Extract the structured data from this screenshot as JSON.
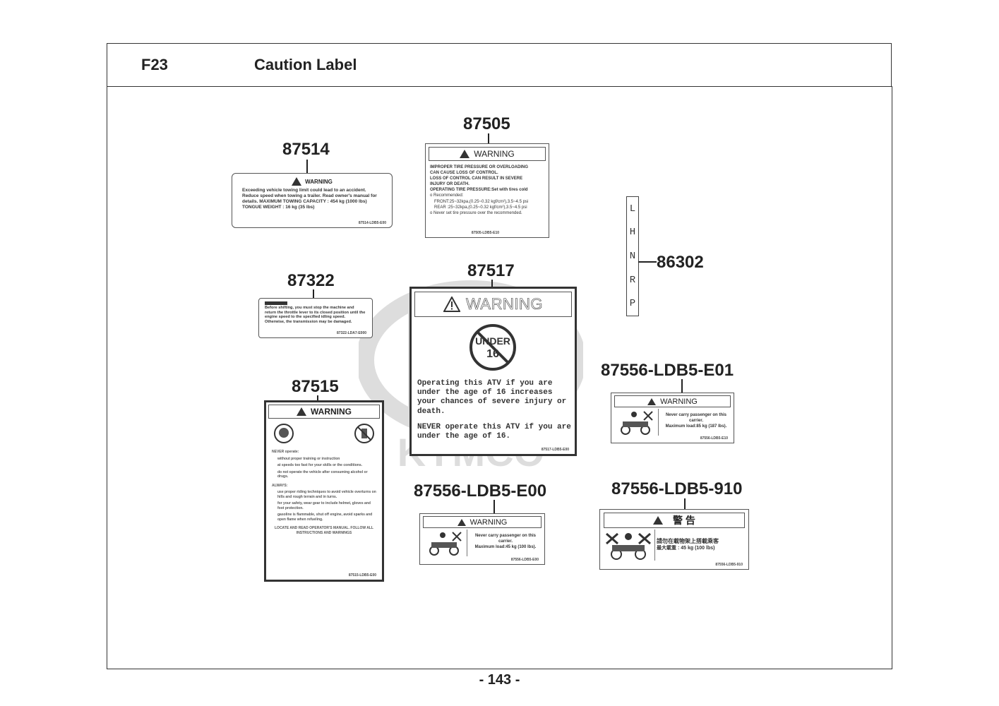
{
  "header": {
    "code": "F23",
    "title": "Caution Label"
  },
  "parts": {
    "p87514": "87514",
    "p87505": "87505",
    "p87322": "87322",
    "p87517": "87517",
    "p86302": "86302",
    "p87515": "87515",
    "p_e01": "87556-LDB5-E01",
    "p_e00": "87556-LDB5-E00",
    "p_910": "87556-LDB5-910"
  },
  "labels": {
    "warning": "WARNING",
    "l87514": {
      "body": "Exceeding vehicle towing limit could lead to an accident. Reduce speed when towing a trailer. Read owner's manual for details. MAXIMUM TOWING CAPACITY : 454 kg (1000 lbs) TONGUE WEIGHT : 16 kg (35 lbs)",
      "code": "87514-LDB5-E00"
    },
    "l87505": {
      "lines": [
        "IMPROPER TIRE PRESSURE OR OVERLOADING",
        "CAN CAUSE LOSS OF CONTROL.",
        "LOSS OF CONTROL CAN RESULT IN SEVERE",
        "INJURY OR DEATH.",
        "OPERATING TIRE PRESSURE:Set with tires cold",
        "o Recommended:",
        "FRONT:25~32kpa,(0.25~0.32 kgf/cm²),3.5~4.5 psi",
        "REAR :25~32kpa,(0.25~0.32 kgf/cm²),3.5~4.5 psi",
        "o Never set tire pressure over the recommended."
      ],
      "code": "87505-LDB5-E10"
    },
    "l87322": {
      "body": "Before shifting, you must stop the machine and return the throttle lever to its closed position until the engine speed to the specified idling speed. Otherwise, the transmission may be damaged.",
      "code": "87322-LDA7-E000"
    },
    "l87517": {
      "under": "UNDER",
      "age": "16",
      "text1": "Operating this ATV if you are under the age of 16 increases your chances of severe injury or death.",
      "text2": "NEVER operate this ATV if you are under the age of 16.",
      "code": "87517-LDB5-E00"
    },
    "l87515": {
      "lines": [
        "NEVER operate:",
        "without proper training or instruction",
        "at speeds too fast for your skills or the conditions.",
        "do not operate the vehicle after consuming alcohol or drugs.",
        "ALWAYS:",
        "use proper riding techniques to avoid vehicle overturns on hills and rough terrain and in turns.",
        "for your safety, wear gear to include helmet, gloves and foot protection.",
        "gasoline is flammable, shut off engine, avoid sparks and open flame when refueling.",
        "LOCATE AND READ OPERATOR'S MANUAL. FOLLOW ALL INSTRUCTIONS AND WARNINGS"
      ],
      "code": "87515-LDB5-E00"
    },
    "carry_text": "Never carry passenger on this carrier.",
    "carry_load_e01": "Maximum load:85 kg (187 lbs).",
    "carry_load_e00": "Maximum load:45 kg (100 lbs).",
    "code_e01": "87556-LDB5-E10",
    "code_e00": "87556-LDB5-E00",
    "l910": {
      "head": "警  告",
      "line1": "請勿在載物架上搭載乘客",
      "line2": "最大載重 : 45 kg (100 lbs)",
      "code": "87556-LDB5-910"
    }
  },
  "gear_letters": [
    "L",
    "H",
    "N",
    "R",
    "P"
  ],
  "watermark_text": "KYMCO",
  "page_number": "- 143 -"
}
